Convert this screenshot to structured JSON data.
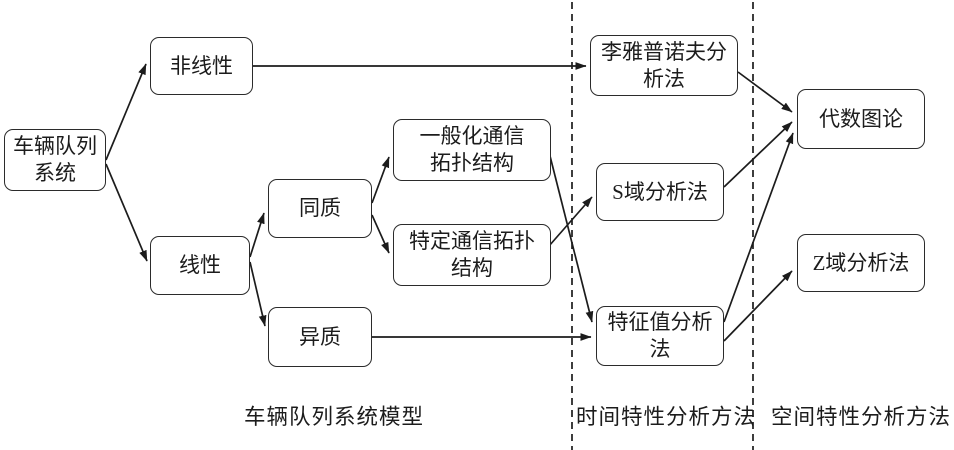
{
  "diagram": {
    "type": "flowchart",
    "nodes": {
      "root": {
        "label": "车辆队列\n系统"
      },
      "nonlinear": {
        "label": "非线性"
      },
      "linear": {
        "label": "线性"
      },
      "homogeneous": {
        "label": "同质"
      },
      "heterogeneous": {
        "label": "异质"
      },
      "general_topology": {
        "label": "一般化通信\n拓扑结构"
      },
      "specific_topology": {
        "label": "特定通信拓扑\n结构"
      },
      "lyapunov": {
        "label": "李雅普诺夫分\n析法"
      },
      "s_domain": {
        "label": "S域分析法"
      },
      "eigenvalue": {
        "label": "特征值分析\n法"
      },
      "algebraic_graph": {
        "label": "代数图论"
      },
      "z_domain": {
        "label": "Z域分析法"
      }
    },
    "edges": [
      {
        "from": "root",
        "to": "nonlinear"
      },
      {
        "from": "root",
        "to": "linear"
      },
      {
        "from": "nonlinear",
        "to": "lyapunov"
      },
      {
        "from": "linear",
        "to": "homogeneous"
      },
      {
        "from": "linear",
        "to": "heterogeneous"
      },
      {
        "from": "homogeneous",
        "to": "general_topology"
      },
      {
        "from": "homogeneous",
        "to": "specific_topology"
      },
      {
        "from": "general_topology",
        "to": "eigenvalue"
      },
      {
        "from": "specific_topology",
        "to": "s_domain"
      },
      {
        "from": "heterogeneous",
        "to": "eigenvalue"
      },
      {
        "from": "lyapunov",
        "to": "algebraic_graph"
      },
      {
        "from": "s_domain",
        "to": "algebraic_graph"
      },
      {
        "from": "eigenvalue",
        "to": "algebraic_graph"
      },
      {
        "from": "eigenvalue",
        "to": "z_domain"
      }
    ],
    "section_labels": {
      "model": "车辆队列系统模型",
      "time": "时间特性分析方法",
      "space": "空间特性分析方法"
    },
    "colors": {
      "background": "#ffffff",
      "stroke": "#2b2b2b",
      "text": "#1c1c1c"
    }
  }
}
